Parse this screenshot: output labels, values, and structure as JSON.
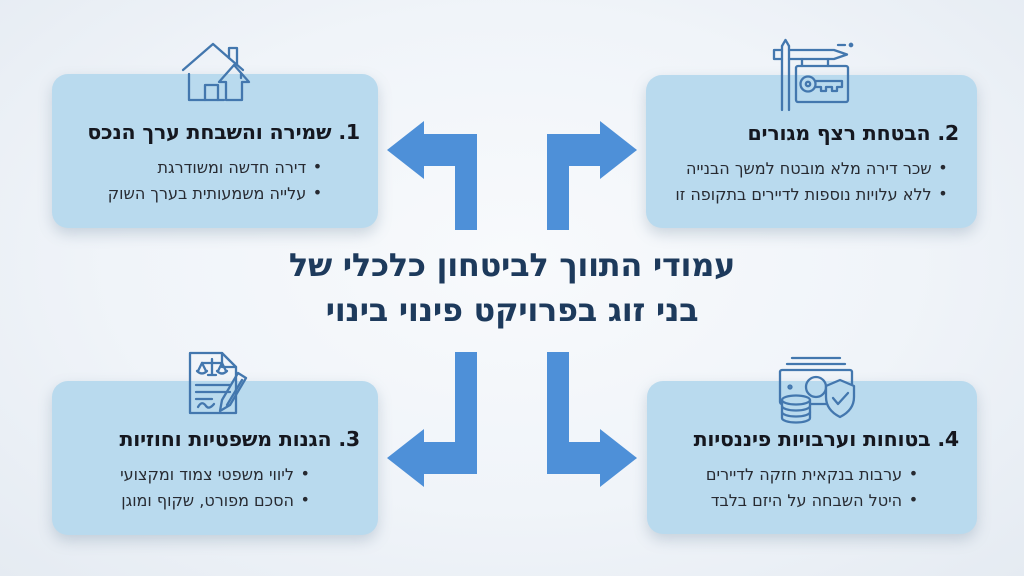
{
  "center": {
    "title_line1": "עמודי התווך לביטחון כלכלי של",
    "title_line2": "בני זוג בפרויקט פינוי בינוי"
  },
  "boxes": [
    {
      "icon": "house-value-up-icon",
      "title": "1. שמירה והשבחת ערך הנכס",
      "bullets": [
        "דירה חדשה ומשודרגת",
        "עלייה משמעותית בערך השוק"
      ]
    },
    {
      "icon": "real-estate-sign-key-icon",
      "title": "2. הבטחת רצף מגורים",
      "bullets": [
        "שכר דירה מלא מובטח למשך הבנייה",
        "ללא עלויות נוספות לדיירים בתקופה זו"
      ]
    },
    {
      "icon": "legal-document-scales-pen-icon",
      "title": "3. הגנות משפטיות וחוזיות",
      "bullets": [
        "ליווי משפטי צמוד ומקצועי",
        "הסכם מפורט, שקוף ומוגן"
      ]
    },
    {
      "icon": "money-coins-shield-icon",
      "title": "4. בטוחות וערבויות פיננסיות",
      "bullets": [
        "ערבות בנקאית חזקה לדיירים",
        "היטל השבחה על היזם בלבד"
      ]
    }
  ],
  "colors": {
    "page_bg": "#eff3f8",
    "box_bg": "#b9daee",
    "arrow": "#4e90d8",
    "title_text": "#1d3a5c",
    "heading_text": "#15171f",
    "bullet_text": "#272a31",
    "icon_stroke": "#4377ae"
  }
}
